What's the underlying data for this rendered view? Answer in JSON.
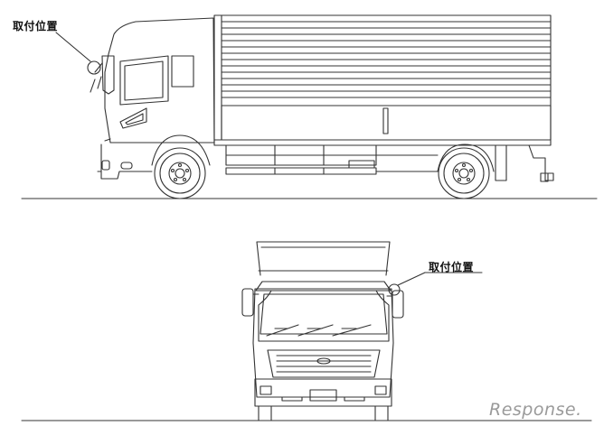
{
  "side_view": {
    "callout_label": "取付位置"
  },
  "front_view": {
    "callout_label": "取付位置"
  },
  "watermark": {
    "text": "Response."
  },
  "colors": {
    "line": "#333333",
    "watermark": "#9a9a9a"
  }
}
